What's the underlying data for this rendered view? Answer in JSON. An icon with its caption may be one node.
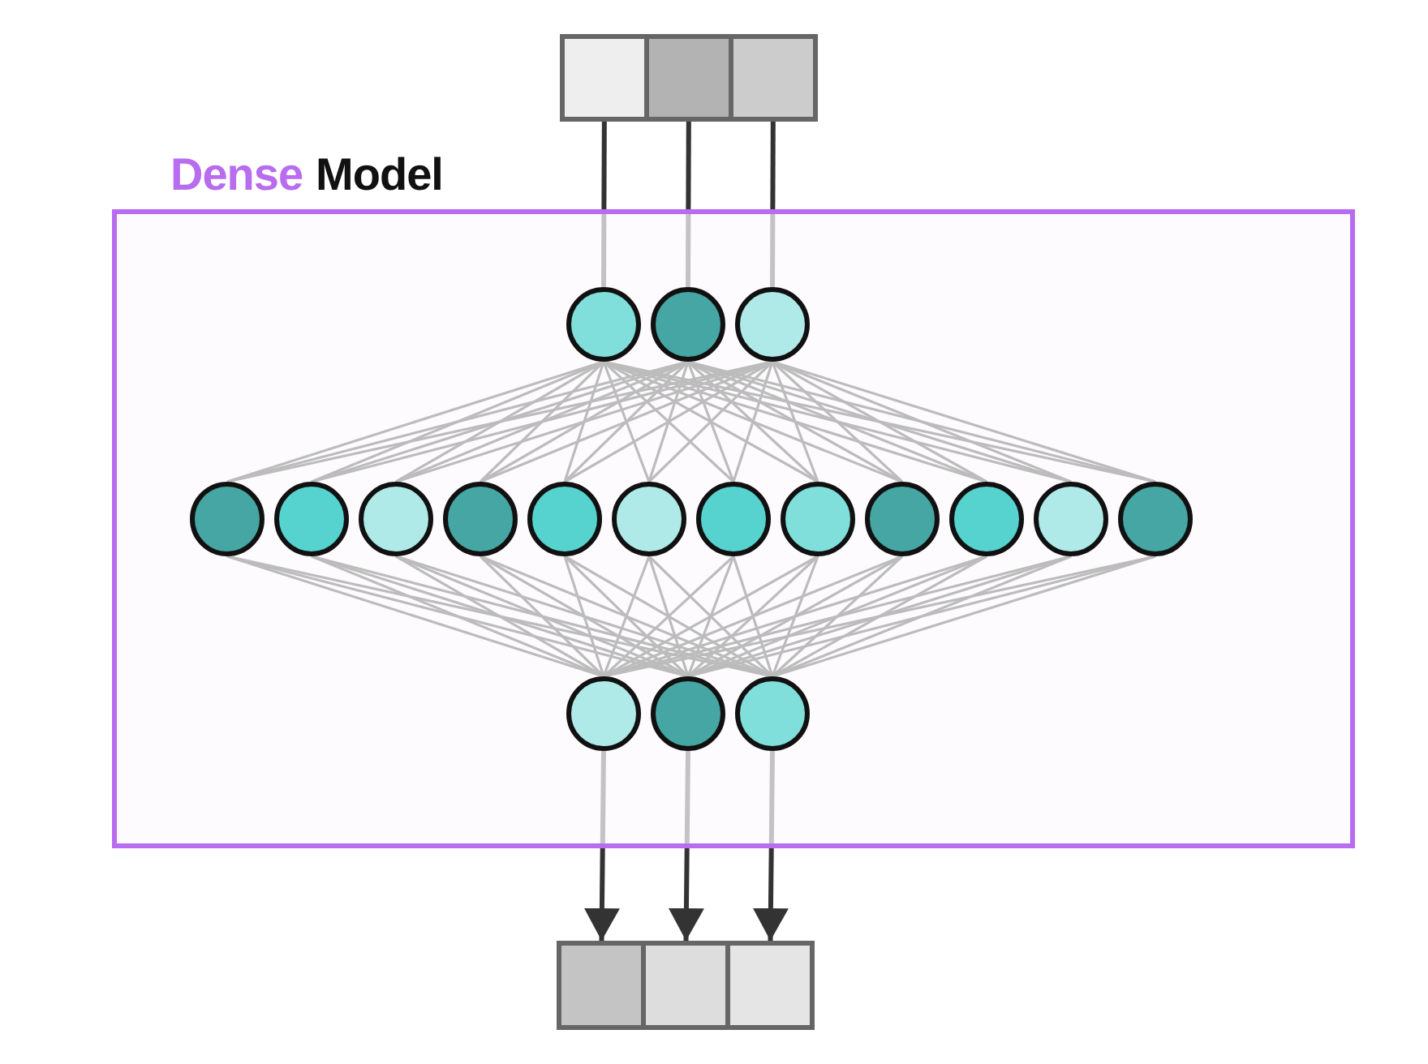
{
  "diagram": {
    "nodes": [
      {
        "text": [
          "Dense",
          "Model"
        ]
      },
      {
        "text": [],
        "shape": "box"
      },
      {
        "text": [],
        "shape": "box"
      },
      {
        "text": [],
        "shape": "box"
      },
      {
        "text": [],
        "shape": "circle",
        "in": 0
      },
      {
        "text": [],
        "shape": "circle",
        "in": 0
      },
      {
        "text": [],
        "shape": "circle",
        "in": 0
      },
      {
        "text": [],
        "shape": "circle",
        "in": 0
      },
      {
        "text": [],
        "shape": "circle",
        "in": 0
      },
      {
        "text": [],
        "shape": "circle",
        "in": 0
      },
      {
        "text": [],
        "shape": "circle",
        "in": 0
      },
      {
        "text": [],
        "shape": "circle",
        "in": 0
      },
      {
        "text": [],
        "shape": "circle",
        "in": 0
      },
      {
        "text": [],
        "shape": "circle",
        "in": 0
      },
      {
        "text": [],
        "shape": "circle",
        "in": 0
      },
      {
        "text": [],
        "shape": "circle",
        "in": 0
      },
      {
        "text": [],
        "shape": "circle",
        "in": 0
      },
      {
        "text": [],
        "shape": "circle",
        "in": 0
      },
      {
        "text": [],
        "shape": "circle",
        "in": 0
      },
      {
        "text": [],
        "shape": "circle",
        "in": 0
      },
      {
        "text": [],
        "shape": "circle",
        "in": 0
      },
      {
        "text": [],
        "shape": "circle",
        "in": 0
      },
      {
        "text": [],
        "shape": "box"
      },
      {
        "text": [],
        "shape": "box"
      },
      {
        "text": [],
        "shape": "box"
      }
    ],
    "edges": [
      {
        "from": 1,
        "to": 4,
        "arrow": "none",
        "color": "#333333"
      },
      {
        "from": 2,
        "to": 5,
        "arrow": "none",
        "color": "#333333"
      },
      {
        "from": 3,
        "to": 6,
        "arrow": "none",
        "color": "#333333"
      },
      {
        "from": 4,
        "to": 7,
        "arrow": "none"
      },
      {
        "from": 4,
        "to": 8,
        "arrow": "none"
      },
      {
        "from": 4,
        "to": 9,
        "arrow": "none"
      },
      {
        "from": 4,
        "to": 10,
        "arrow": "none"
      },
      {
        "from": 4,
        "to": 11,
        "arrow": "none"
      },
      {
        "from": 4,
        "to": 12,
        "arrow": "none"
      },
      {
        "from": 4,
        "to": 13,
        "arrow": "none"
      },
      {
        "from": 4,
        "to": 14,
        "arrow": "none"
      },
      {
        "from": 4,
        "to": 15,
        "arrow": "none"
      },
      {
        "from": 4,
        "to": 16,
        "arrow": "none"
      },
      {
        "from": 4,
        "to": 17,
        "arrow": "none"
      },
      {
        "from": 4,
        "to": 18,
        "arrow": "none"
      },
      {
        "from": 5,
        "to": 7,
        "arrow": "none"
      },
      {
        "from": 5,
        "to": 8,
        "arrow": "none"
      },
      {
        "from": 5,
        "to": 9,
        "arrow": "none"
      },
      {
        "from": 5,
        "to": 10,
        "arrow": "none"
      },
      {
        "from": 5,
        "to": 11,
        "arrow": "none"
      },
      {
        "from": 5,
        "to": 12,
        "arrow": "none"
      },
      {
        "from": 5,
        "to": 13,
        "arrow": "none"
      },
      {
        "from": 5,
        "to": 14,
        "arrow": "none"
      },
      {
        "from": 5,
        "to": 15,
        "arrow": "none"
      },
      {
        "from": 5,
        "to": 16,
        "arrow": "none"
      },
      {
        "from": 5,
        "to": 17,
        "arrow": "none"
      },
      {
        "from": 5,
        "to": 18,
        "arrow": "none"
      },
      {
        "from": 6,
        "to": 7,
        "arrow": "none"
      },
      {
        "from": 6,
        "to": 8,
        "arrow": "none"
      },
      {
        "from": 6,
        "to": 9,
        "arrow": "none"
      },
      {
        "from": 6,
        "to": 10,
        "arrow": "none"
      },
      {
        "from": 6,
        "to": 11,
        "arrow": "none"
      },
      {
        "from": 6,
        "to": 12,
        "arrow": "none"
      },
      {
        "from": 6,
        "to": 13,
        "arrow": "none"
      },
      {
        "from": 6,
        "to": 14,
        "arrow": "none"
      },
      {
        "from": 6,
        "to": 15,
        "arrow": "none"
      },
      {
        "from": 6,
        "to": 16,
        "arrow": "none"
      },
      {
        "from": 6,
        "to": 17,
        "arrow": "none"
      },
      {
        "from": 6,
        "to": 18,
        "arrow": "none"
      },
      {
        "from": 7,
        "to": 19,
        "arrow": "none"
      },
      {
        "from": 8,
        "to": 19,
        "arrow": "none"
      },
      {
        "from": 9,
        "to": 19,
        "arrow": "none"
      },
      {
        "from": 10,
        "to": 19,
        "arrow": "none"
      },
      {
        "from": 11,
        "to": 19,
        "arrow": "none"
      },
      {
        "from": 12,
        "to": 19,
        "arrow": "none"
      },
      {
        "from": 13,
        "to": 19,
        "arrow": "none"
      },
      {
        "from": 14,
        "to": 19,
        "arrow": "none"
      },
      {
        "from": 15,
        "to": 19,
        "arrow": "none"
      },
      {
        "from": 16,
        "to": 19,
        "arrow": "none"
      },
      {
        "from": 17,
        "to": 19,
        "arrow": "none"
      },
      {
        "from": 18,
        "to": 19,
        "arrow": "none"
      },
      {
        "from": 7,
        "to": 20,
        "arrow": "none"
      },
      {
        "from": 8,
        "to": 20,
        "arrow": "none"
      },
      {
        "from": 9,
        "to": 20,
        "arrow": "none"
      },
      {
        "from": 10,
        "to": 20,
        "arrow": "none"
      },
      {
        "from": 11,
        "to": 20,
        "arrow": "none"
      },
      {
        "from": 12,
        "to": 20,
        "arrow": "none"
      },
      {
        "from": 13,
        "to": 20,
        "arrow": "none"
      },
      {
        "from": 14,
        "to": 20,
        "arrow": "none"
      },
      {
        "from": 15,
        "to": 20,
        "arrow": "none"
      },
      {
        "from": 16,
        "to": 20,
        "arrow": "none"
      },
      {
        "from": 17,
        "to": 20,
        "arrow": "none"
      },
      {
        "from": 18,
        "to": 20,
        "arrow": "none"
      },
      {
        "from": 7,
        "to": 21,
        "arrow": "none"
      },
      {
        "from": 8,
        "to": 21,
        "arrow": "none"
      },
      {
        "from": 9,
        "to": 21,
        "arrow": "none"
      },
      {
        "from": 10,
        "to": 21,
        "arrow": "none"
      },
      {
        "from": 11,
        "to": 21,
        "arrow": "none"
      },
      {
        "from": 12,
        "to": 21,
        "arrow": "none"
      },
      {
        "from": 13,
        "to": 21,
        "arrow": "none"
      },
      {
        "from": 14,
        "to": 21,
        "arrow": "none"
      },
      {
        "from": 15,
        "to": 21,
        "arrow": "none"
      },
      {
        "from": 16,
        "to": 21,
        "arrow": "none"
      },
      {
        "from": 17,
        "to": 21,
        "arrow": "none"
      },
      {
        "from": 18,
        "to": 21,
        "arrow": "none"
      },
      {
        "from": 19,
        "to": 22,
        "arrow": "to",
        "color": "#333333"
      },
      {
        "from": 20,
        "to": 23,
        "arrow": "to",
        "color": "#333333"
      },
      {
        "from": 21,
        "to": 24,
        "arrow": "to",
        "color": "#333333"
      }
    ]
  }
}
